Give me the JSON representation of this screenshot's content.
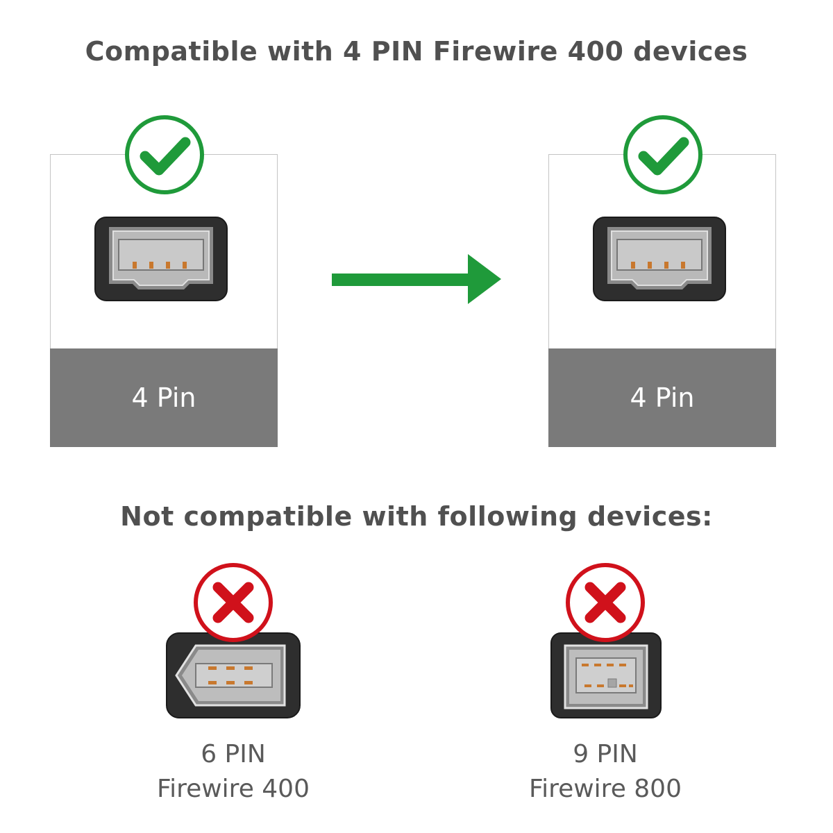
{
  "header": {
    "title": "Compatible with 4 PIN  Firewire 400 devices"
  },
  "compatible": {
    "left": {
      "label": "4 Pin",
      "status_icon": "check-icon"
    },
    "right": {
      "label": "4 Pin",
      "status_icon": "check-icon"
    },
    "arrow_icon": "arrow-right-icon"
  },
  "incompatible": {
    "title": "Not compatible with following devices:",
    "items": [
      {
        "pin_label": "6 PIN",
        "type_label": "Firewire 400",
        "status_icon": "cross-icon"
      },
      {
        "pin_label": "9 PIN",
        "type_label": "Firewire 800",
        "status_icon": "cross-icon"
      }
    ]
  },
  "colors": {
    "check": "#1f9a3a",
    "cross": "#d0111b",
    "footer": "#7a7a7a",
    "heading": "#505050",
    "port_body": "#2e2e2e",
    "port_inner": "#b9b9b9",
    "pin": "#c8782e"
  }
}
